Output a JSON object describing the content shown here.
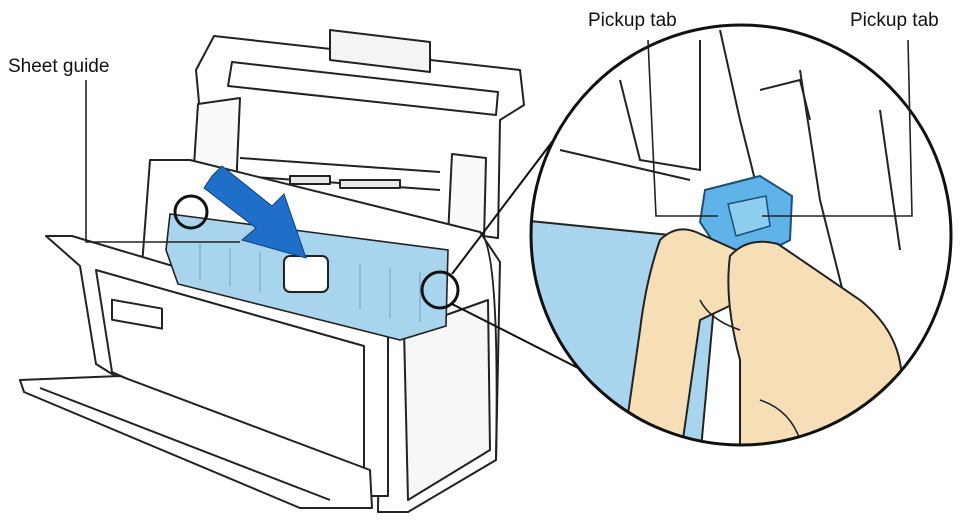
{
  "labels": {
    "sheet_guide": "Sheet guide",
    "pickup_tab_left": "Pickup tab",
    "pickup_tab_right": "Pickup tab"
  },
  "colors": {
    "sheet_guide_blue": "#a9d4ee",
    "tab_blue": "#5fb3e6",
    "arrow_blue": "#1f6fc8",
    "skin": "#f6dfb7",
    "outline": "#222222"
  },
  "icons": {
    "arrow": "push-direction-arrow-icon",
    "magnifier": "zoom-callout-circle"
  }
}
